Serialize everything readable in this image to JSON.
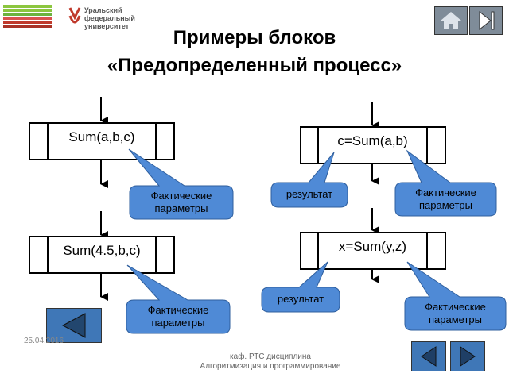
{
  "header": {
    "university_name": "Уральский\nфедеральный\nуниверситет"
  },
  "title": {
    "line1": "Примеры блоков",
    "line2": "«Предопределенный процесс»"
  },
  "left_column": {
    "block1": "Sum(a,b,c)",
    "callout1": "Фактические параметры",
    "block2": "Sum(4.5,b,c)",
    "callout2": "Фактические параметры"
  },
  "right_column": {
    "block1": "c=Sum(a,b)",
    "result1": "результат",
    "callout1": "Фактические параметры",
    "block2": "x=Sum(y,z)",
    "result2": "результат",
    "callout2": "Фактические параметры"
  },
  "footer": {
    "date": "25.04.2016",
    "caption": "каф. РТС дисциплина\nАлгоритмизация и программирование"
  },
  "icons": {
    "home": "home-icon",
    "end": "skip-end-icon",
    "back": "triangle-left-icon",
    "prev": "triangle-left-icon",
    "next": "triangle-right-icon"
  },
  "colors": {
    "callout_fill": "#4f8ad6",
    "nav_button": "#3f77b7",
    "home_button": "#7f8c99"
  }
}
